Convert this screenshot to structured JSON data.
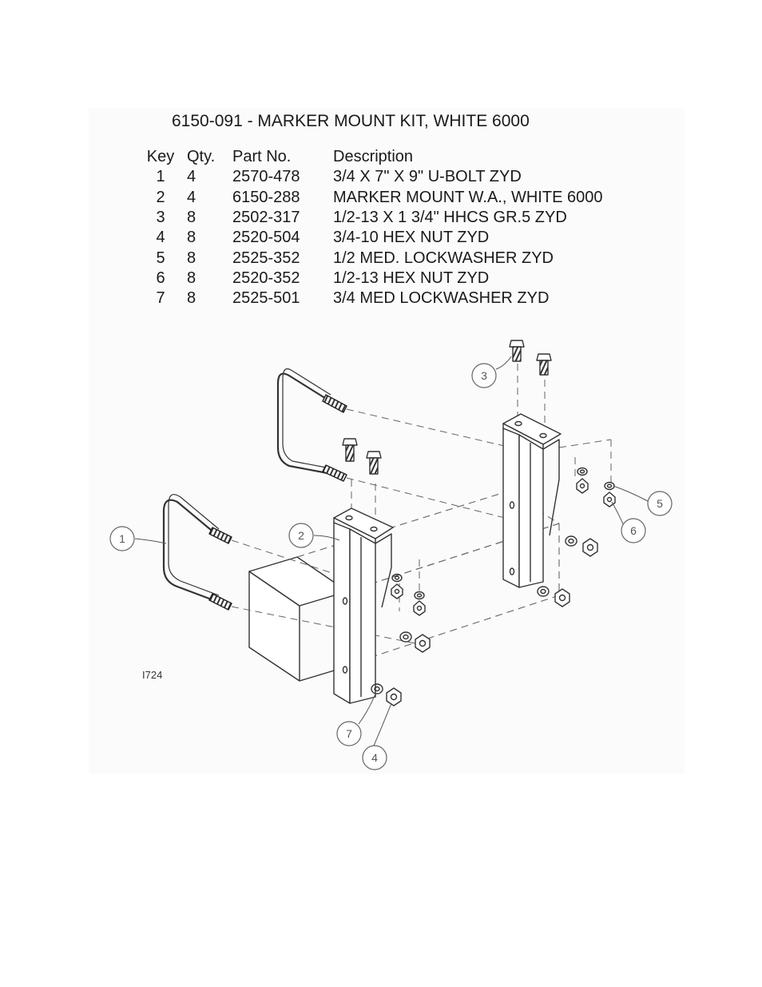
{
  "title": "6150-091 - MARKER MOUNT KIT, WHITE 6000",
  "table": {
    "headers": {
      "key": "Key",
      "qty": "Qty.",
      "part": "Part No.",
      "desc": "Description"
    },
    "rows": [
      {
        "key": "1",
        "qty": "4",
        "part": "2570-478",
        "desc": "3/4 X 7\" X 9\" U-BOLT ZYD"
      },
      {
        "key": "2",
        "qty": "4",
        "part": "6150-288",
        "desc": "MARKER MOUNT W.A., WHITE 6000"
      },
      {
        "key": "3",
        "qty": "8",
        "part": "2502-317",
        "desc": "1/2-13 X 1 3/4\" HHCS GR.5 ZYD"
      },
      {
        "key": "4",
        "qty": "8",
        "part": "2520-504",
        "desc": "3/4-10 HEX NUT ZYD"
      },
      {
        "key": "5",
        "qty": "8",
        "part": "2525-352",
        "desc": "1/2 MED. LOCKWASHER ZYD"
      },
      {
        "key": "6",
        "qty": "8",
        "part": "2520-352",
        "desc": "1/2-13 HEX NUT ZYD"
      },
      {
        "key": "7",
        "qty": "8",
        "part": "2525-501",
        "desc": "3/4 MED LOCKWASHER ZYD"
      }
    ]
  },
  "callouts": {
    "c1": "1",
    "c2": "2",
    "c3": "3",
    "c4": "4",
    "c5": "5",
    "c6": "6",
    "c7": "7"
  },
  "drawing_id": "I724"
}
